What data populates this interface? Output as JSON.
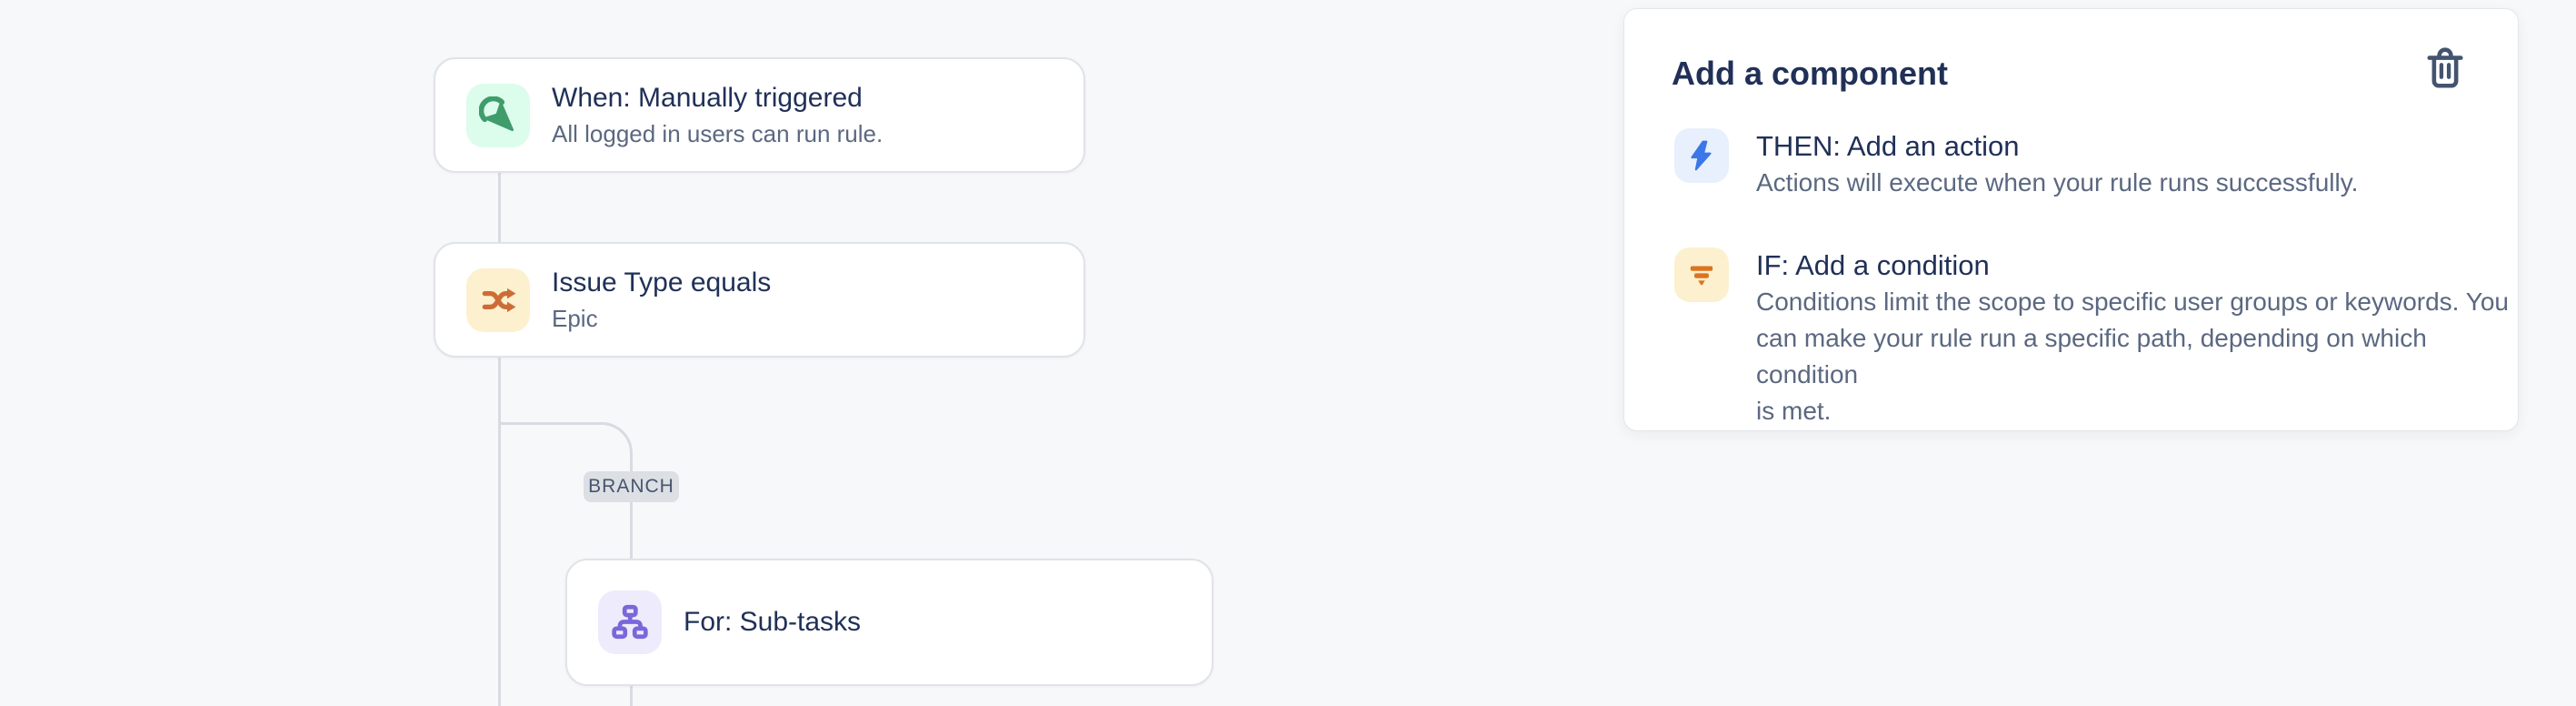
{
  "flow": {
    "branch_label": "BRANCH",
    "nodes": [
      {
        "title": "When: Manually triggered",
        "subtitle": "All logged in users can run rule.",
        "icon": "manual-trigger-icon",
        "icon_color": "#3f9c6b",
        "icon_bg": "#dcfcec"
      },
      {
        "title": "Issue Type equals",
        "subtitle": "Epic",
        "icon": "shuffle-icon",
        "icon_color": "#cd6d36",
        "icon_bg": "#fcf0cf"
      },
      {
        "title": "For: Sub-tasks",
        "icon": "subtasks-tree-icon",
        "icon_color": "#7a67d9",
        "icon_bg": "#eeebfc"
      }
    ]
  },
  "panel": {
    "title": "Add a component",
    "trash_icon": "trash-icon",
    "trash_color": "#44546f",
    "items": [
      {
        "title": "THEN: Add an action",
        "desc_lines": [
          "Actions will execute when your rule runs successfully."
        ],
        "icon": "lightning-icon",
        "icon_color": "#3b77e8",
        "icon_bg": "#e7f0fc"
      },
      {
        "title": "IF: Add a condition",
        "desc_lines": [
          "Conditions limit the scope to specific user groups or keywords. You",
          "can make your rule run a specific path, depending on which condition",
          "is met."
        ],
        "icon": "filter-funnel-icon",
        "icon_color": "#dd7320",
        "icon_bg": "#fcf0cf"
      }
    ]
  },
  "colors": {
    "page_bg": "#f7f8f9",
    "card_bg": "#ffffff",
    "card_border": "#e0e3e8",
    "connector_line": "#d8dbe0",
    "badge_bg": "#dcdfe4",
    "title_text": "#203057",
    "secondary_text": "#5b6880",
    "badge_text": "#47556e"
  }
}
